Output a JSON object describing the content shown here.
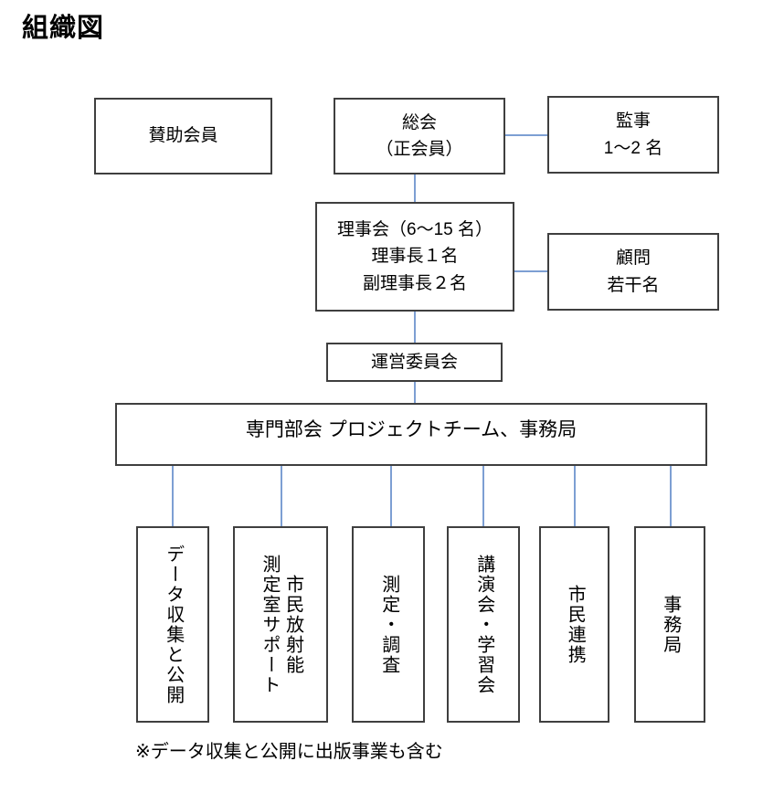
{
  "title": "組織図",
  "colors": {
    "connector": "#7d9fd3",
    "box_border": "#3f3f3f",
    "text": "#000000",
    "background": "#ffffff"
  },
  "nodes": {
    "supporting_member": {
      "lines": [
        "賛助会員"
      ]
    },
    "general_assembly": {
      "lines": [
        "総会",
        "（正会員）"
      ]
    },
    "auditor": {
      "lines": [
        "監事",
        "1〜2 名"
      ]
    },
    "board": {
      "lines": [
        "理事会（6〜15 名）",
        "理事長１名",
        "副理事長２名"
      ]
    },
    "advisor": {
      "lines": [
        "顧問",
        "若干名"
      ]
    },
    "steering_committee": {
      "lines": [
        "運営委員会"
      ]
    },
    "divisions_bar": {
      "lines": [
        "専門部会 プロジェクトチーム、事務局"
      ]
    }
  },
  "teams": [
    {
      "name": "data-collection",
      "columns": [
        "データ収集と公開"
      ]
    },
    {
      "name": "measurement-lab-support",
      "columns": [
        "市民放射能",
        "測定室サポート"
      ]
    },
    {
      "name": "measurement-survey",
      "columns": [
        "測定・調査"
      ]
    },
    {
      "name": "lectures-study",
      "columns": [
        "講演会・学習会"
      ]
    },
    {
      "name": "citizen-cooperation",
      "columns": [
        "市民連携"
      ]
    },
    {
      "name": "secretariat",
      "columns": [
        "事務局"
      ]
    }
  ],
  "footnote": "※データ収集と公開に出版事業も含む"
}
